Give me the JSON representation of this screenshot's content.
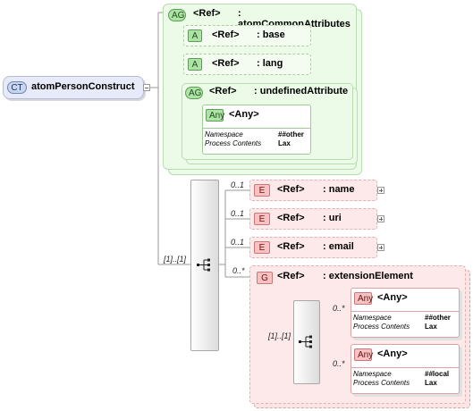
{
  "root": {
    "badge": "CT",
    "name": "atomPersonConstruct"
  },
  "attribute_group": {
    "badge": "AG",
    "ref": "<Ref>",
    "name": ": atomCommonAttributes",
    "attributes": [
      {
        "badge": "A",
        "ref": "<Ref>",
        "name": ": base"
      },
      {
        "badge": "A",
        "ref": "<Ref>",
        "name": ": lang"
      }
    ],
    "undefined": {
      "badge": "AG",
      "ref": "<Ref>",
      "name": ": undefinedAttribute",
      "any": {
        "badge": "Any",
        "title": "<Any>",
        "ns_label": "Namespace",
        "ns_value": "##other",
        "pc_label": "Process Contents",
        "pc_value": "Lax"
      }
    }
  },
  "sequence": {
    "multiplicity": "[1]..[1]"
  },
  "elements": [
    {
      "badge": "E",
      "ref": "<Ref>",
      "name": ": name",
      "mult": "0..1"
    },
    {
      "badge": "E",
      "ref": "<Ref>",
      "name": ": uri",
      "mult": "0..1"
    },
    {
      "badge": "E",
      "ref": "<Ref>",
      "name": ": email",
      "mult": "0..1"
    }
  ],
  "group": {
    "badge": "G",
    "ref": "<Ref>",
    "name": ": extensionElement",
    "mult": "0..*",
    "sequence_mult": "[1]..[1]",
    "anys": [
      {
        "badge": "Any",
        "title": "<Any>",
        "mult": "0..*",
        "ns_label": "Namespace",
        "ns_value": "##other",
        "pc_label": "Process Contents",
        "pc_value": "Lax"
      },
      {
        "badge": "Any",
        "title": "<Any>",
        "mult": "0..*",
        "ns_label": "Namespace",
        "ns_value": "##local",
        "pc_label": "Process Contents",
        "pc_value": "Lax"
      }
    ]
  },
  "colors": {
    "green_fill": "#ecfbe8",
    "green_border": "#b8dcb0",
    "red_fill": "#fde9e9",
    "red_border": "#e3b2b2",
    "ct_fill": "#e7eaf8"
  }
}
